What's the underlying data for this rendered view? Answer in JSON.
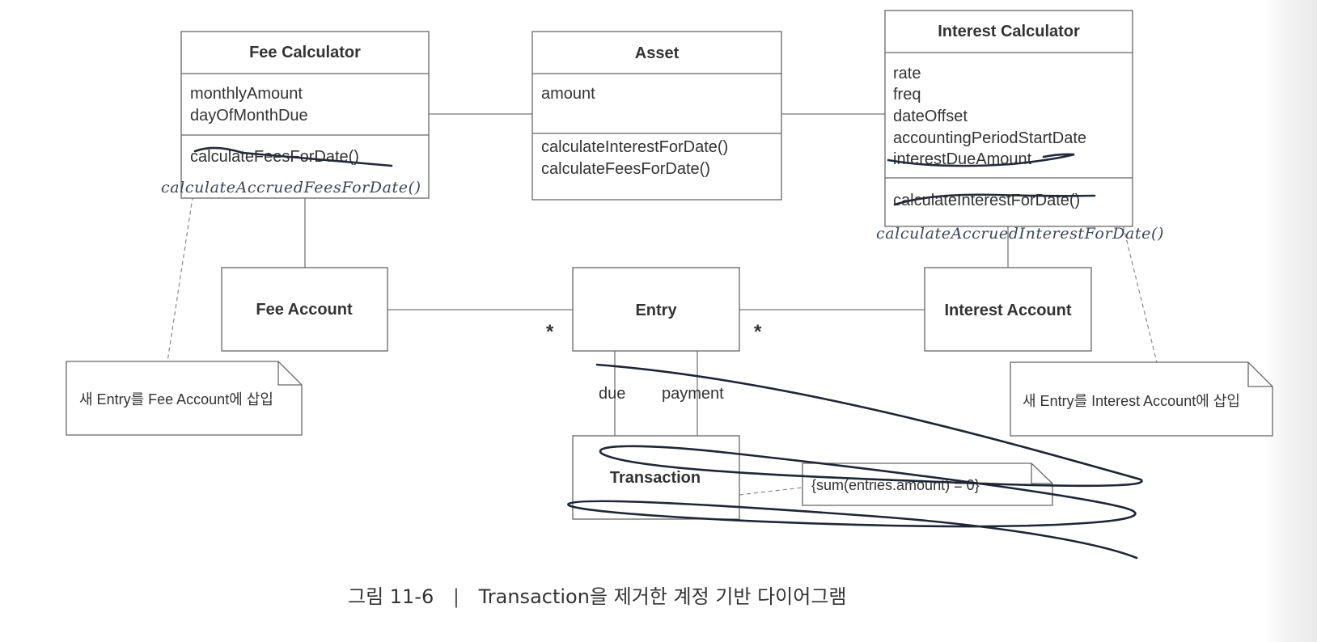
{
  "diagram": {
    "classes": {
      "fee_calculator": {
        "name": "Fee Calculator",
        "attributes": [
          "monthlyAmount",
          "dayOfMonthDue"
        ],
        "operations": [
          "calculateFeesForDate()"
        ],
        "handwritten_operation": "calculateAccruedFeesForDate()"
      },
      "asset": {
        "name": "Asset",
        "attributes": [
          "amount"
        ],
        "operations": [
          "calculateInterestForDate()",
          "calculateFeesForDate()"
        ]
      },
      "interest_calculator": {
        "name": "Interest Calculator",
        "attributes": [
          "rate",
          "freq",
          "dateOffset",
          "accountingPeriodStartDate",
          "interestDueAmount"
        ],
        "operations": [
          "calculateInterestForDate()"
        ],
        "handwritten_operation": "calculateAccruedInterestForDate()"
      },
      "fee_account": {
        "name": "Fee Account"
      },
      "entry": {
        "name": "Entry"
      },
      "interest_account": {
        "name": "Interest Account"
      },
      "transaction": {
        "name": "Transaction"
      }
    },
    "multiplicities": {
      "fee_entry": "*",
      "interest_entry": "*"
    },
    "roles": {
      "due": "due",
      "payment": "payment"
    },
    "notes": {
      "fee_note": "새 Entry를 Fee Account에 삽입",
      "interest_note": "새 Entry를 Interest Account에 삽입",
      "constraint": "{sum(entries.amount) = 0}"
    }
  },
  "caption": {
    "figure_number": "그림 11-6",
    "separator": "|",
    "text": "Transaction을 제거한 계정 기반 다이어그램"
  }
}
